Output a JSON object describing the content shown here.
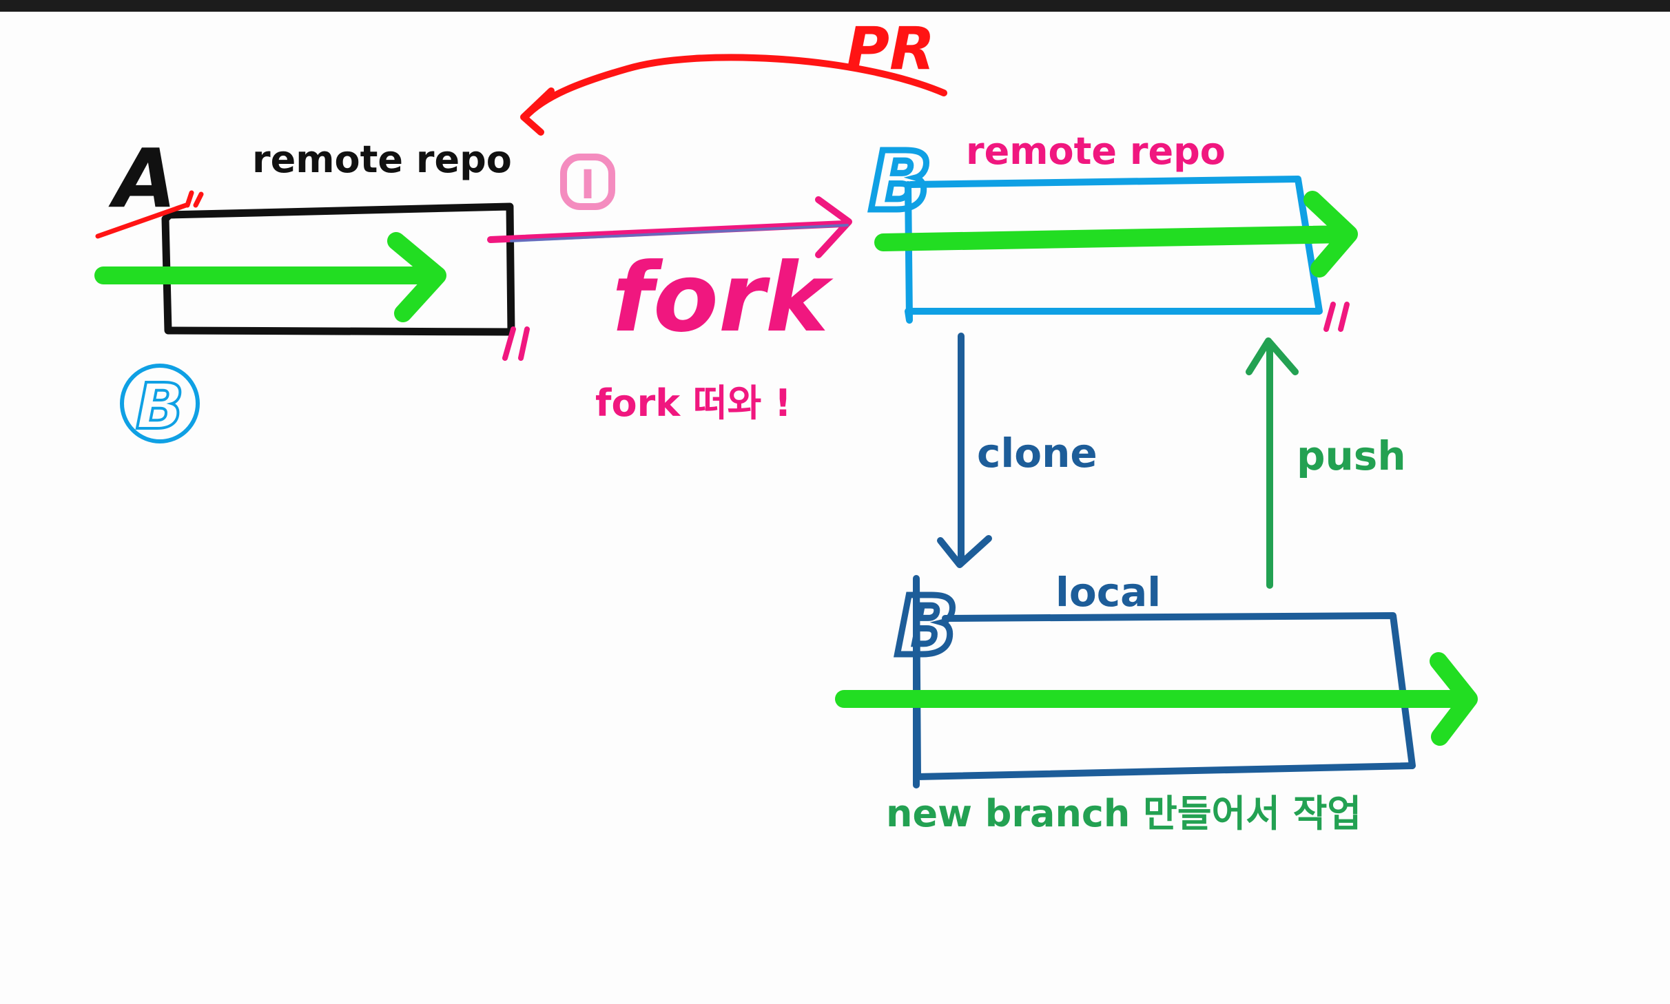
{
  "colors": {
    "black": "#111111",
    "red": "#ff1414",
    "pink": "#f0177f",
    "light_pink": "#f48cbf",
    "sky_blue": "#0fa0e4",
    "navy": "#1d5d99",
    "bright_green": "#22dd22",
    "dark_green": "#23a152"
  },
  "labels": {
    "upstream_owner": "A",
    "upstream_repo": "remote repo",
    "fork_owner": "B",
    "fork_repo": "remote repo",
    "local_owner": "B",
    "local_repo": "local",
    "fork_handwritten": "fork",
    "fork_note": "fork 떠와 !",
    "pr": "PR",
    "clone": "clone",
    "push": "push",
    "branch_note": "new branch 만들어서 작업",
    "circle_b": "B",
    "circle_pink": "I"
  }
}
